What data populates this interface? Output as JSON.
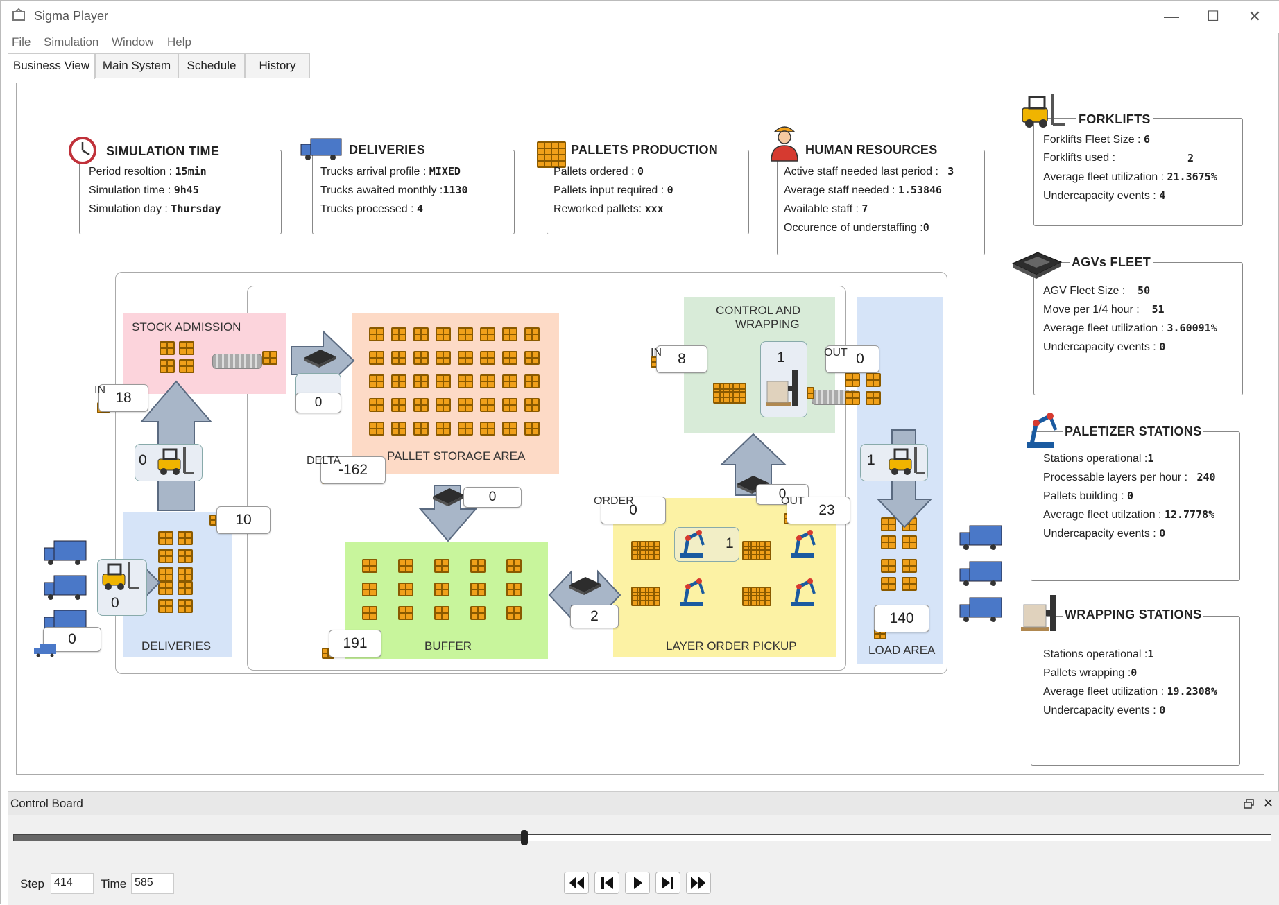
{
  "window": {
    "title": "Sigma Player",
    "min": "—",
    "max": "☐",
    "close": "✕"
  },
  "menu": [
    "File",
    "Simulation",
    "Window",
    "Help"
  ],
  "tabs": [
    "Business View",
    "Main System",
    "Schedule",
    "History"
  ],
  "panels": {
    "simtime": {
      "title": "SIMULATION TIME",
      "rows": [
        [
          "Period resoltion :",
          "15min"
        ],
        [
          "Simulation time :",
          "9h45"
        ],
        [
          "Simulation day :",
          "Thursday"
        ]
      ]
    },
    "deliveries": {
      "title": "DELIVERIES",
      "rows": [
        [
          "Trucks arrival profile :",
          "MIXED"
        ],
        [
          "Trucks awaited monthly :",
          "1130"
        ],
        [
          "Trucks processed :",
          "4"
        ]
      ]
    },
    "pallets": {
      "title": "PALLETS PRODUCTION",
      "rows": [
        [
          "Pallets ordered :",
          "0"
        ],
        [
          "Pallets input required :",
          "0"
        ],
        [
          "Reworked pallets:",
          "xxx"
        ]
      ]
    },
    "hr": {
      "title": "HUMAN RESOURCES",
      "rows": [
        [
          "Active staff needed last period :",
          "3"
        ],
        [
          "Average staff needed :",
          "1.53846"
        ],
        [
          "Available staff :",
          "7"
        ],
        [
          "Occurence of understaffing :",
          "0"
        ]
      ]
    },
    "forklifts": {
      "title": "FORKLIFTS",
      "rows": [
        [
          "Forklifts Fleet Size :",
          "6"
        ],
        [
          "Forklifts used :",
          "2"
        ],
        [
          "Average fleet utilization :",
          "21.3675%"
        ],
        [
          "Undercapacity events :",
          "4"
        ]
      ]
    },
    "agv": {
      "title": "AGVs FLEET",
      "rows": [
        [
          "AGV Fleet Size :",
          "50"
        ],
        [
          "Move per 1/4 hour :",
          "51"
        ],
        [
          "Average fleet utilization :",
          "3.60091%"
        ],
        [
          "Undercapacity events :",
          "0"
        ]
      ]
    },
    "palletizer": {
      "title": "PALETIZER STATIONS",
      "rows": [
        [
          "Stations operational :",
          "1"
        ],
        [
          "Processable layers per hour :",
          "240"
        ],
        [
          "Pallets building :",
          "0"
        ],
        [
          "Average fleet utilzation :",
          "12.7778%"
        ],
        [
          "Undercapacity events :",
          "0"
        ]
      ]
    },
    "wrapping": {
      "title": "WRAPPING STATIONS",
      "rows": [
        [
          "Stations operational :",
          "1"
        ],
        [
          "Pallets wrapping :",
          "0"
        ],
        [
          "Average fleet utilization :",
          "19.2308%"
        ],
        [
          "Undercapacity events :",
          "0"
        ]
      ]
    }
  },
  "zones": {
    "stock_admission": "STOCK ADMISSION",
    "pallet_storage": "PALLET STORAGE AREA",
    "control_wrapping_1": "CONTROL AND",
    "control_wrapping_2": "WRAPPING",
    "deliveries": "DELIVERIES",
    "buffer": "BUFFER",
    "layer_order": "LAYER ORDER PICKUP",
    "load_area": "LOAD AREA"
  },
  "labels": {
    "in": "IN",
    "out": "OUT",
    "delta": "DELTA",
    "order": "ORDER"
  },
  "counters": {
    "stock_in": "18",
    "stock_agv": "0",
    "stock_forklift": "0",
    "deliveries_pallets": "10",
    "deliveries_forklift": "0",
    "trucks_waiting": "0",
    "delta": "-162",
    "storage_agv": "0",
    "buffer": "191",
    "buffer_agv": "2",
    "cw_in": "8",
    "cw_station": "1",
    "cw_out": "0",
    "cw_agv": "0",
    "order": "0",
    "lop_out": "23",
    "lop_station": "1",
    "load_forklift": "1",
    "load_area": "140"
  },
  "control_board": {
    "title": "Control Board",
    "step_label": "Step",
    "step": "414",
    "time_label": "Time",
    "time": "585",
    "slider_fraction": 0.405
  },
  "colors": {
    "stock": "#fcd4dc",
    "storage": "#fddac6",
    "control": "#d8ebd8",
    "deliveries": "#d6e4f8",
    "buffer": "#c8f59c",
    "layer": "#fcf2a4",
    "load": "#d6e4f8",
    "pallet": "#f0a01a"
  }
}
